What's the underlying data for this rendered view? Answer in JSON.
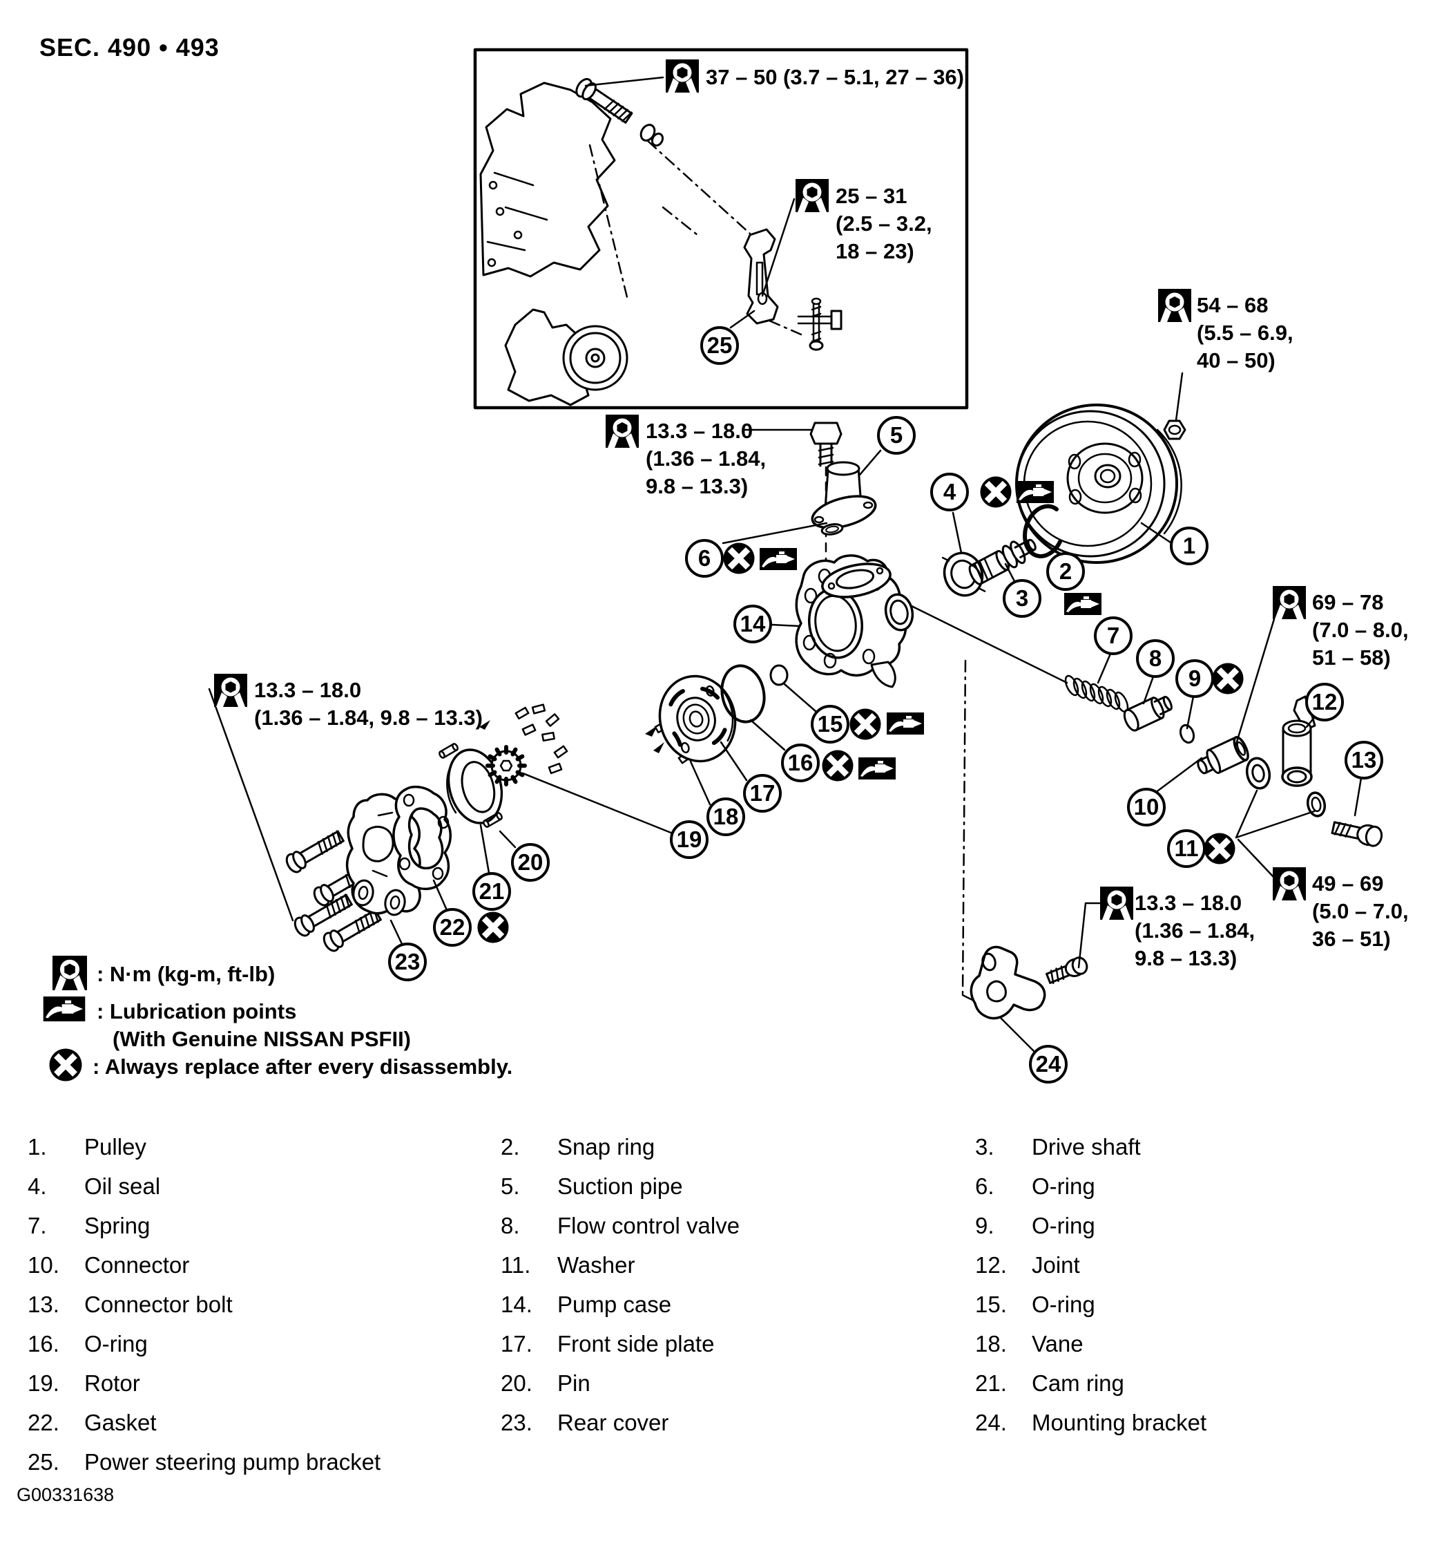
{
  "page": {
    "title": "SEC. 490 • 493",
    "figure_id": "G00331638"
  },
  "colors": {
    "ink": "#000000",
    "paper": "#ffffff"
  },
  "icons": {
    "torque": "wrench-icon",
    "lubrication": "grease-lubrication-icon",
    "replace": "x-circle-replace-icon"
  },
  "torque": {
    "t37": {
      "l1": "37 – 50 (3.7 – 5.1, 27 – 36)"
    },
    "t25": {
      "l1": "25 – 31",
      "l2": "(2.5 – 3.2,",
      "l3": "18 – 23)"
    },
    "t54": {
      "l1": "54 – 68",
      "l2": "(5.5 – 6.9,",
      "l3": "40 – 50)"
    },
    "t13top": {
      "l1": "13.3 – 18.0",
      "l2": "(1.36 – 1.84,",
      "l3": "9.8 – 13.3)"
    },
    "t13left": {
      "l1": "13.3 – 18.0",
      "l2": "(1.36 – 1.84, 9.8 – 13.3)"
    },
    "t69": {
      "l1": "69 – 78",
      "l2": "(7.0 – 8.0,",
      "l3": "51 – 58)"
    },
    "t49": {
      "l1": "49 – 69",
      "l2": "(5.0 – 7.0,",
      "l3": "36 – 51)"
    },
    "t13bottom": {
      "l1": "13.3 – 18.0",
      "l2": "(1.36 – 1.84,",
      "l3": "9.8 – 13.3)"
    }
  },
  "legend": {
    "torque": ": N·m (kg-m, ft-lb)",
    "lube1": ": Lubrication points",
    "lube2": "(With Genuine NISSAN PSFII)",
    "replace": ": Always replace after every disassembly."
  },
  "part_numbers": [
    "1",
    "2",
    "3",
    "4",
    "5",
    "6",
    "7",
    "8",
    "9",
    "10",
    "11",
    "12",
    "13",
    "14",
    "15",
    "16",
    "17",
    "18",
    "19",
    "20",
    "21",
    "22",
    "23",
    "24",
    "25"
  ],
  "parts_list": {
    "col1": [
      {
        "num": "1.",
        "name": "Pulley"
      },
      {
        "num": "4.",
        "name": "Oil seal"
      },
      {
        "num": "7.",
        "name": "Spring"
      },
      {
        "num": "10.",
        "name": "Connector"
      },
      {
        "num": "13.",
        "name": "Connector bolt"
      },
      {
        "num": "16.",
        "name": "O-ring"
      },
      {
        "num": "19.",
        "name": "Rotor"
      },
      {
        "num": "22.",
        "name": "Gasket"
      },
      {
        "num": "25.",
        "name": "Power steering pump bracket"
      }
    ],
    "col2": [
      {
        "num": "2.",
        "name": "Snap ring"
      },
      {
        "num": "5.",
        "name": "Suction pipe"
      },
      {
        "num": "8.",
        "name": "Flow control valve"
      },
      {
        "num": "11.",
        "name": "Washer"
      },
      {
        "num": "14.",
        "name": "Pump case"
      },
      {
        "num": "17.",
        "name": "Front side plate"
      },
      {
        "num": "20.",
        "name": "Pin"
      },
      {
        "num": "23.",
        "name": "Rear cover"
      }
    ],
    "col3": [
      {
        "num": "3.",
        "name": "Drive shaft"
      },
      {
        "num": "6.",
        "name": "O-ring"
      },
      {
        "num": "9.",
        "name": "O-ring"
      },
      {
        "num": "12.",
        "name": "Joint"
      },
      {
        "num": "15.",
        "name": "O-ring"
      },
      {
        "num": "18.",
        "name": "Vane"
      },
      {
        "num": "21.",
        "name": "Cam ring"
      },
      {
        "num": "24.",
        "name": "Mounting bracket"
      }
    ]
  }
}
